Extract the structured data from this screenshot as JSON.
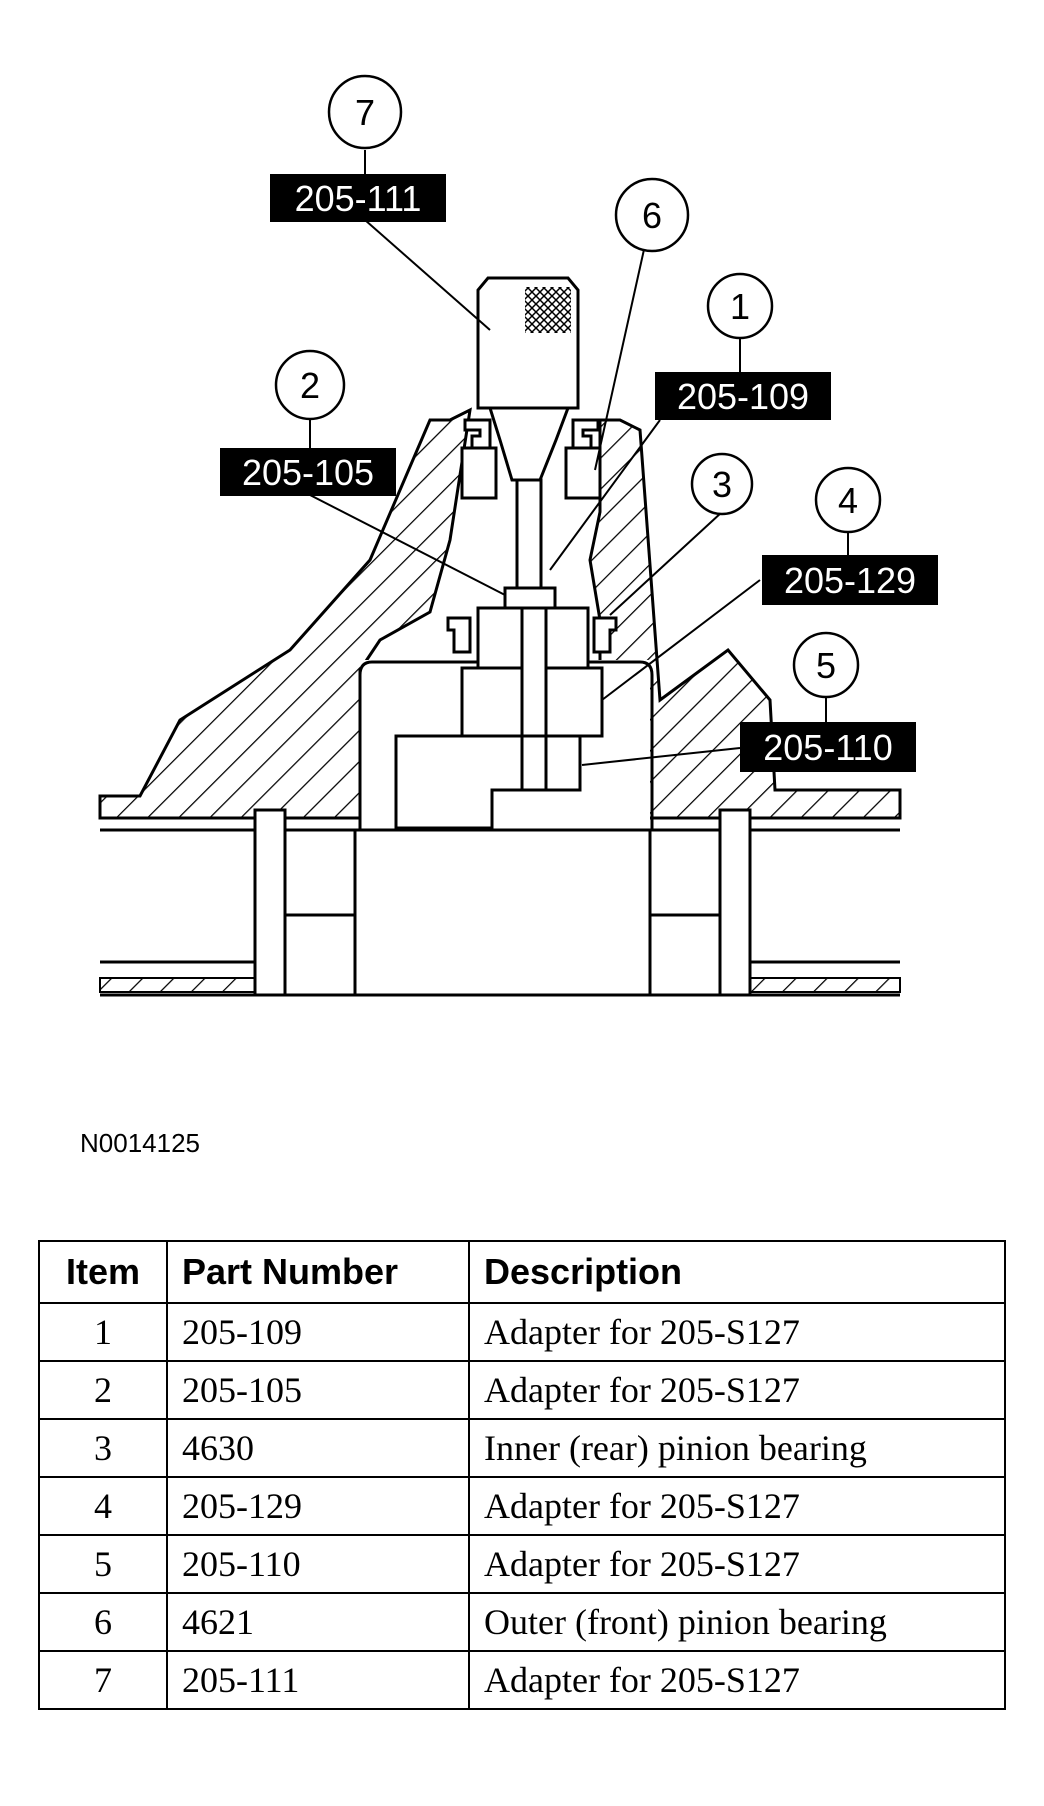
{
  "figure_id": "N0014125",
  "callouts": [
    {
      "number": "7",
      "part": "205-111"
    },
    {
      "number": "6",
      "part": ""
    },
    {
      "number": "1",
      "part": "205-109"
    },
    {
      "number": "2",
      "part": "205-105"
    },
    {
      "number": "3",
      "part": ""
    },
    {
      "number": "4",
      "part": "205-129"
    },
    {
      "number": "5",
      "part": "205-110"
    }
  ],
  "table": {
    "headers": [
      "Item",
      "Part Number",
      "Description"
    ],
    "rows": [
      {
        "item": "1",
        "part": "205-109",
        "desc": "Adapter for 205-S127"
      },
      {
        "item": "2",
        "part": "205-105",
        "desc": "Adapter for 205-S127"
      },
      {
        "item": "3",
        "part": "4630",
        "desc": "Inner (rear) pinion bearing"
      },
      {
        "item": "4",
        "part": "205-129",
        "desc": "Adapter for 205-S127"
      },
      {
        "item": "5",
        "part": "205-110",
        "desc": "Adapter for 205-S127"
      },
      {
        "item": "6",
        "part": "4621",
        "desc": "Outer (front) pinion bearing"
      },
      {
        "item": "7",
        "part": "205-111",
        "desc": "Adapter for 205-S127"
      }
    ]
  }
}
